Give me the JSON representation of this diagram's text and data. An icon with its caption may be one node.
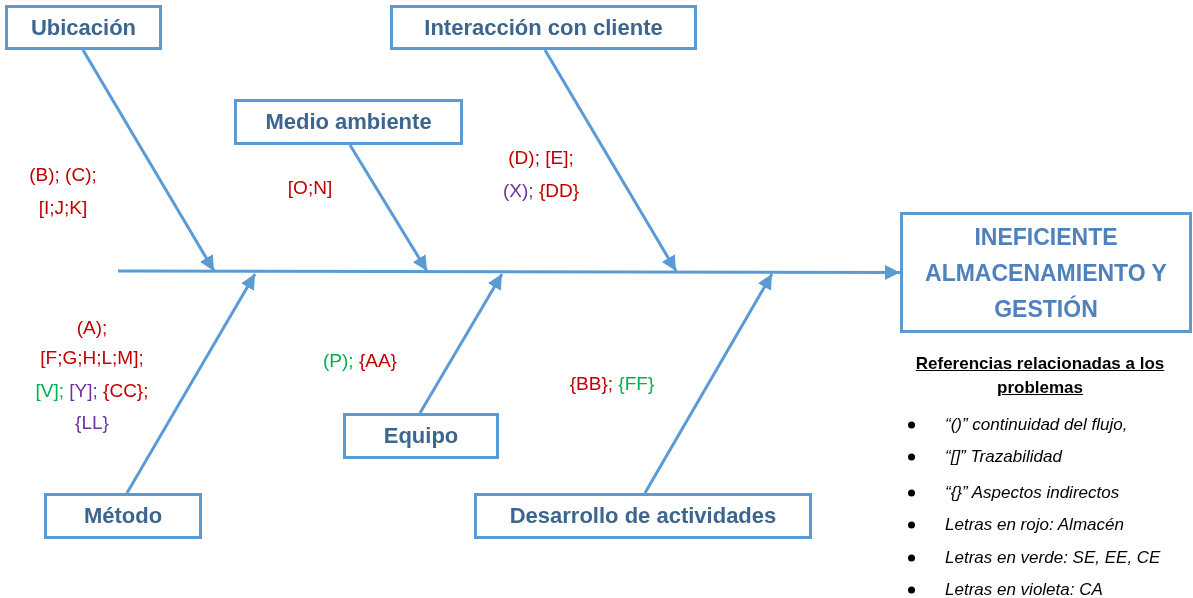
{
  "diagram": {
    "nodes": [
      {
        "text": [
          "Ubicación"
        ]
      },
      {
        "text": [
          "Interacción con cliente"
        ]
      },
      {
        "text": [
          "Medio ambiente"
        ]
      },
      {
        "text": [
          "INEFICIENTE ALMACENAMIENTO Y GESTIÓN"
        ]
      },
      {
        "text": [
          "Equipo"
        ]
      },
      {
        "text": [
          "Método"
        ]
      },
      {
        "text": [
          "Desarrollo de actividades"
        ]
      }
    ],
    "edges": [
      {
        "from": 0,
        "to": null,
        "arrow": "to"
      },
      {
        "from": 1,
        "to": null,
        "arrow": "to"
      },
      {
        "from": 2,
        "to": null,
        "arrow": "to"
      },
      {
        "from": 4,
        "to": null,
        "arrow": "to"
      },
      {
        "from": 5,
        "to": null,
        "arrow": "to"
      },
      {
        "from": 6,
        "to": null,
        "arrow": "to"
      },
      {
        "from": null,
        "to": 3,
        "arrow": "to"
      }
    ],
    "labels": [
      "(B); (C);",
      "[I;J;K]",
      "[O;N]",
      "(D); [E];",
      "(X);",
      "{DD}",
      "(A);",
      "[F;G;H;L;M];",
      "[V];",
      "[Y];",
      "{CC};",
      "{LL}",
      "(P);",
      "{AA}",
      "{BB};",
      "{FF}",
      "Referencias relacionadas a los problemas",
      "“()” continuidad del flujo,",
      "“[]” Trazabilidad",
      "“{}” Aspectos indirectos",
      "Letras en rojo: Almacén",
      "Letras en verde: SE, EE, CE",
      "Letras en violeta: CA"
    ]
  }
}
